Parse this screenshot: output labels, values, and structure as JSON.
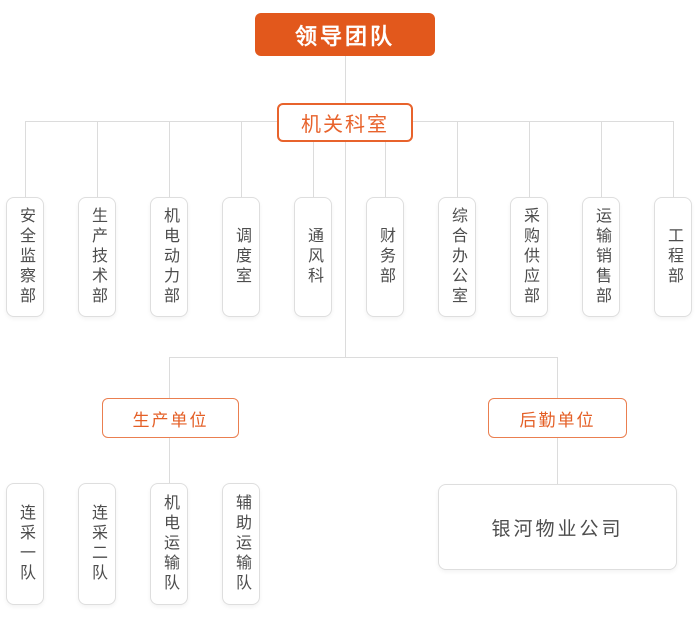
{
  "colors": {
    "brand_orange_fill": "#e2581c",
    "orange_border": "#e8632c",
    "orange_border_light": "#ea7f50",
    "gray_text": "#4d4d4d",
    "gray_border": "#dedede",
    "connector_line": "#dcdcdc"
  },
  "root": {
    "label": "领导团队"
  },
  "office": {
    "label": "机关科室"
  },
  "departments": [
    "安全监察部",
    "生产技术部",
    "机电动力部",
    "调度室",
    "通风科",
    "财务部",
    "综合办公室",
    "采购供应部",
    "运输销售部",
    "工程部"
  ],
  "units": {
    "production": "生产单位",
    "logistics": "后勤单位"
  },
  "teams": [
    "连采一队",
    "连采二队",
    "机电运输队",
    "辅助运输队"
  ],
  "company": {
    "label": "银河物业公司"
  }
}
